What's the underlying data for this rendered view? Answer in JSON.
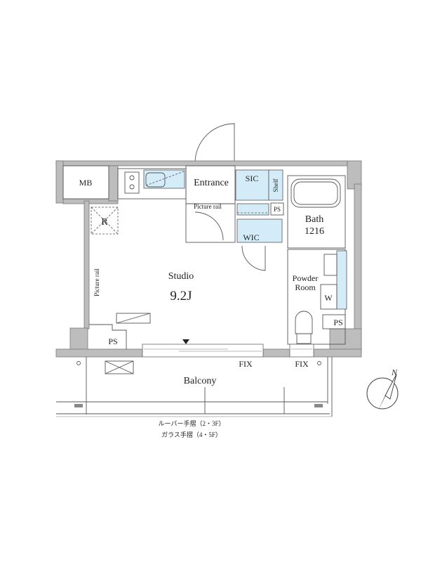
{
  "rooms": {
    "mb": "MB",
    "refrigerator": "R",
    "entrance": "Entrance",
    "sic": "SIC",
    "shelf": "Shelf",
    "picture_rail_closet": "Picture rail",
    "ps_top": "PS",
    "wic": "WIC",
    "bath": "Bath",
    "bath_size": "1216",
    "studio": "Studio",
    "studio_size": "9.2J",
    "picture_rail_studio": "Picture rail",
    "powder_room_line1": "Powder",
    "powder_room_line2": "Room",
    "washer": "W",
    "ps_right": "PS",
    "ps_left": "PS",
    "balcony": "Balcony",
    "fix_1": "FIX",
    "fix_2": "FIX"
  },
  "notes": {
    "line1": "ルーバー手摺（2・3F）",
    "line2": "ガラス手摺（4・5F）"
  },
  "compass": {
    "label": "N"
  },
  "colors": {
    "wall": "#bdbdbd",
    "storage": "#d4ecf8"
  }
}
